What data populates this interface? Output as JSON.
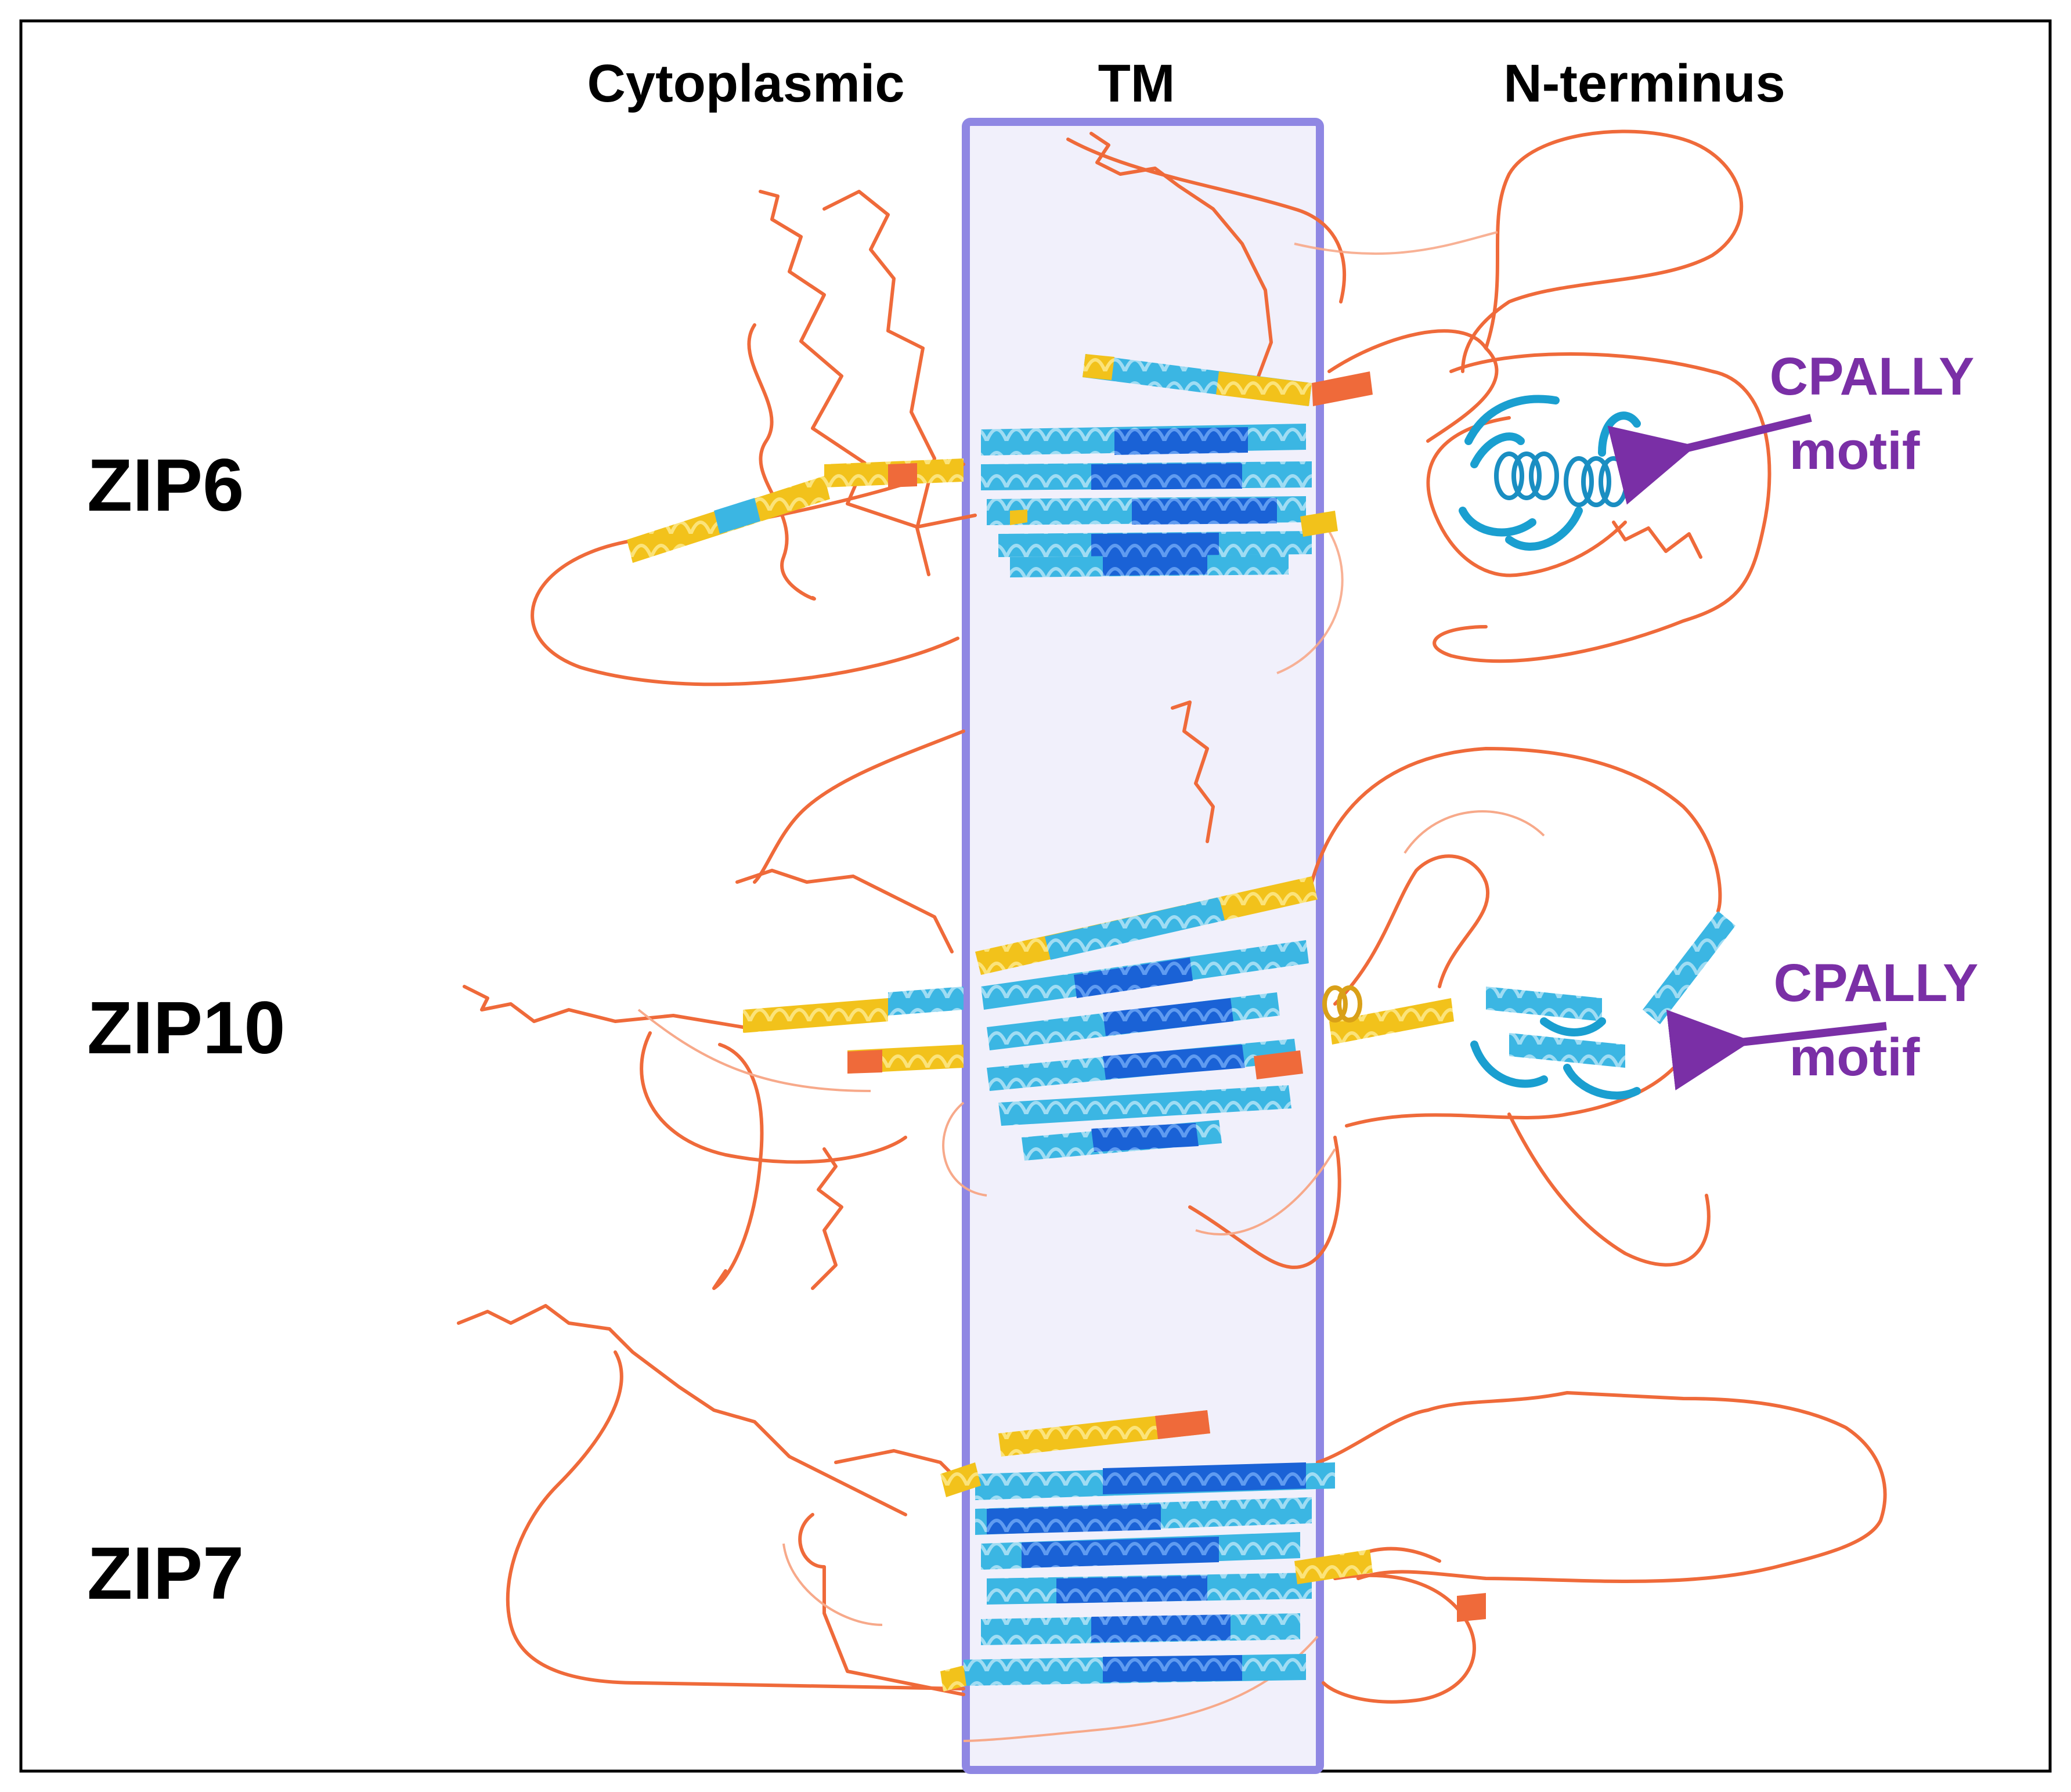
{
  "regions": {
    "cytoplasmic": "Cytoplasmic",
    "tm": "TM",
    "n_terminus": "N-terminus"
  },
  "proteins": [
    {
      "name": "ZIP6"
    },
    {
      "name": "ZIP10"
    },
    {
      "name": "ZIP7"
    }
  ],
  "annotations": [
    {
      "line1": "CPALLY",
      "line2": "motif",
      "protein": "ZIP6"
    },
    {
      "line1": "CPALLY",
      "line2": "motif",
      "protein": "ZIP10"
    }
  ],
  "colors": {
    "frame": "#000000",
    "tm_box_stroke": "#8f87e3",
    "tm_box_fill": "#f1f0fb",
    "annotation": "#7a2fa6",
    "coil_orange": "#ef6a3a",
    "helix_yellow": "#f2c21b",
    "helix_light_blue": "#3bb6e3",
    "helix_dark_blue": "#1a62d6"
  }
}
